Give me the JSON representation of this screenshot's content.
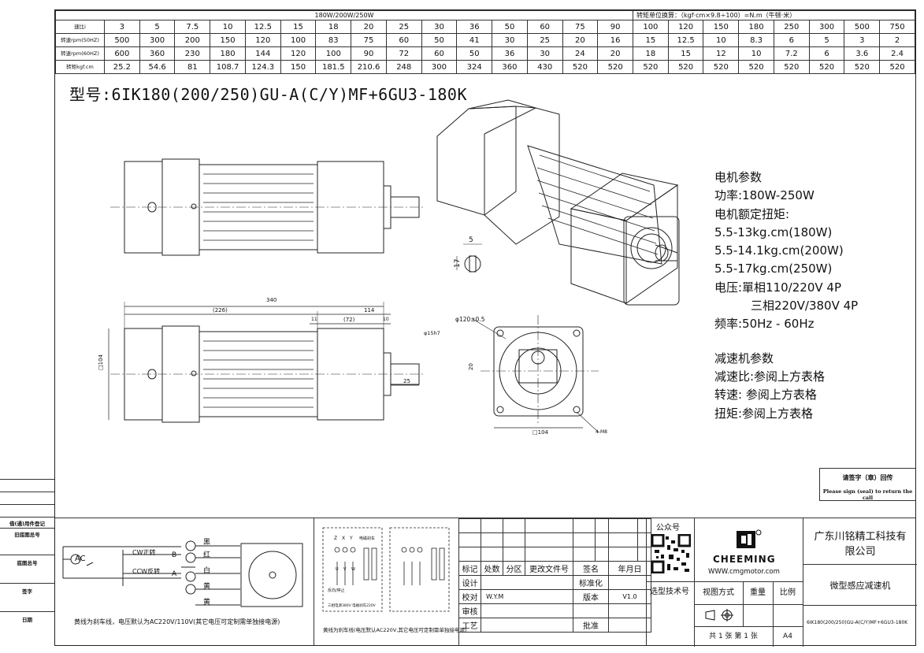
{
  "spec_table": {
    "header_center": "180W/200W/250W",
    "header_right": "转矩单位换算：（kgf·cm×9.8÷100）=N.m（牛顿·米）",
    "rows": [
      {
        "label": "速比i",
        "values": [
          "3",
          "5",
          "7.5",
          "10",
          "12.5",
          "15",
          "18",
          "20",
          "25",
          "30",
          "36",
          "50",
          "60",
          "75",
          "90",
          "100",
          "120",
          "150",
          "180",
          "250",
          "300",
          "500",
          "750"
        ]
      },
      {
        "label": "转速rpm(50HZ)",
        "values": [
          "500",
          "300",
          "200",
          "150",
          "120",
          "100",
          "83",
          "75",
          "60",
          "50",
          "41",
          "30",
          "25",
          "20",
          "16",
          "15",
          "12.5",
          "10",
          "8.3",
          "6",
          "5",
          "3",
          "2"
        ]
      },
      {
        "label": "转速rpm(60HZ)",
        "values": [
          "600",
          "360",
          "230",
          "180",
          "144",
          "120",
          "100",
          "90",
          "72",
          "60",
          "50",
          "36",
          "30",
          "24",
          "20",
          "18",
          "15",
          "12",
          "10",
          "7.2",
          "6",
          "3.6",
          "2.4"
        ]
      },
      {
        "label": "转矩kgf.cm",
        "values": [
          "25.2",
          "54.6",
          "81",
          "108.7",
          "124.3",
          "150",
          "181.5",
          "210.6",
          "248",
          "300",
          "324",
          "360",
          "430",
          "520",
          "520",
          "520",
          "520",
          "520",
          "520",
          "520",
          "520",
          "520",
          "520"
        ]
      }
    ]
  },
  "model": "型号:6IK180(200/250)GU-A(C/Y)MF+6GU3-180K",
  "dimensions": {
    "total": "340",
    "motor": "(226)",
    "gear": "114",
    "d11": "11",
    "d72": "(72)",
    "d10": "10",
    "shaft": "φ15h7",
    "d25": "25",
    "square": "□104",
    "flange_dia": "φ120±0.5",
    "d20": "20",
    "square_front": "□104",
    "holes": "4-M8",
    "key_w": "5",
    "key_h": "17"
  },
  "params": {
    "motor_title": "电机参数",
    "power": "功率:180W-250W",
    "torque_title": "电机额定扭矩:",
    "t180": "5.5-13kg.cm(180W)",
    "t200": "5.5-14.1kg.cm(200W)",
    "t250": "5.5-17kg.cm(250W)",
    "voltage1": "电压:單相110/220V 4P",
    "voltage3": "三相220V/380V 4P",
    "freq": "频率:50Hz - 60Hz",
    "reducer_title": "减速机参数",
    "ratio": "减速比:参阅上方表格",
    "speed": "转速: 参阅上方表格",
    "torque": "扭矩:参阅上方表格"
  },
  "sign_box": {
    "line1": "请签字（章）回传",
    "line2": "Please sign (seal) to return the call"
  },
  "left_margin": [
    "借(通)用件登记",
    "旧底图总号",
    "底图总号",
    "签字",
    "日期"
  ],
  "wiring": {
    "ac": "AC",
    "cw": "CW正转",
    "ccw": "CCW反转",
    "b": "B",
    "a": "A",
    "wires": [
      "黑",
      "红",
      "白",
      "黄",
      "黄"
    ],
    "note": "黄线为刹车线，电压默认为AC220V/110V(其它电压可定制需单独接电源)"
  },
  "wiring3": {
    "labels": [
      "Z",
      "X",
      "Y",
      "电磁刹车"
    ],
    "sub": [
      "U",
      "V",
      "W"
    ],
    "cap1": "反向/停止",
    "cap2": "三相电源380V 电磁刹车220V",
    "note": "黄线为刹车线(电压默认AC220V,其它电压可定制需单独接电源)"
  },
  "title_block": {
    "public": "公众号",
    "headers": [
      "标记",
      "处数",
      "分区",
      "更改文件号",
      "签名",
      "年月日"
    ],
    "design": "设计",
    "std": "标准化",
    "check": "校对",
    "checker": "W.Y.M",
    "version_label": "版本",
    "version": "V1.0",
    "review": "审核",
    "process": "工艺",
    "approve": "批准",
    "selection": "选型技术号",
    "brand": "CHEEMING",
    "url": "WWW.cmgmotor.com",
    "company": "广东川铭精工科技有限公司",
    "product": "微型感应减速机",
    "view": "视图方式",
    "weight": "重量",
    "scale": "比例",
    "sheets": "共 1 张 第 1 张",
    "paper": "A4",
    "drawing_no": "6IK180(200/250)GU-A(C/Y)MF+6GU3-180K"
  }
}
